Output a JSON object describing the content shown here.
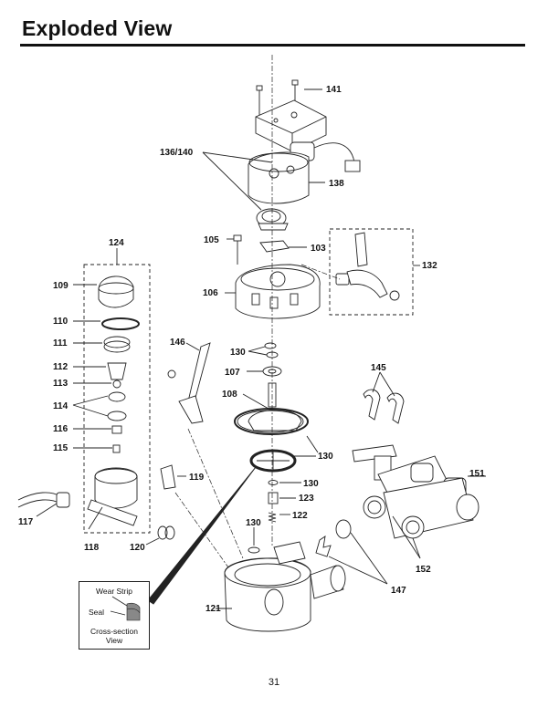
{
  "page": {
    "title": "Exploded View",
    "page_number": "31"
  },
  "parts": {
    "p141": "141",
    "p136_140": "136/140",
    "p138": "138",
    "p124": "124",
    "p105": "105",
    "p103": "103",
    "p132": "132",
    "p109": "109",
    "p106": "106",
    "p110": "110",
    "p111": "111",
    "p146": "146",
    "p130a": "130",
    "p107": "107",
    "p145": "145",
    "p112": "112",
    "p113": "113",
    "p108": "108",
    "p114": "114",
    "p116": "116",
    "p115": "115",
    "p130b": "130",
    "p119": "119",
    "p151": "151",
    "p130c": "130",
    "p123": "123",
    "p122": "122",
    "p117": "117",
    "p130d": "130",
    "p118": "118",
    "p120": "120",
    "p152": "152",
    "p147": "147",
    "p121": "121"
  },
  "cross_section": {
    "wear_strip": "Wear Strip",
    "seal": "Seal",
    "caption_line1": "Cross-section",
    "caption_line2": "View"
  }
}
